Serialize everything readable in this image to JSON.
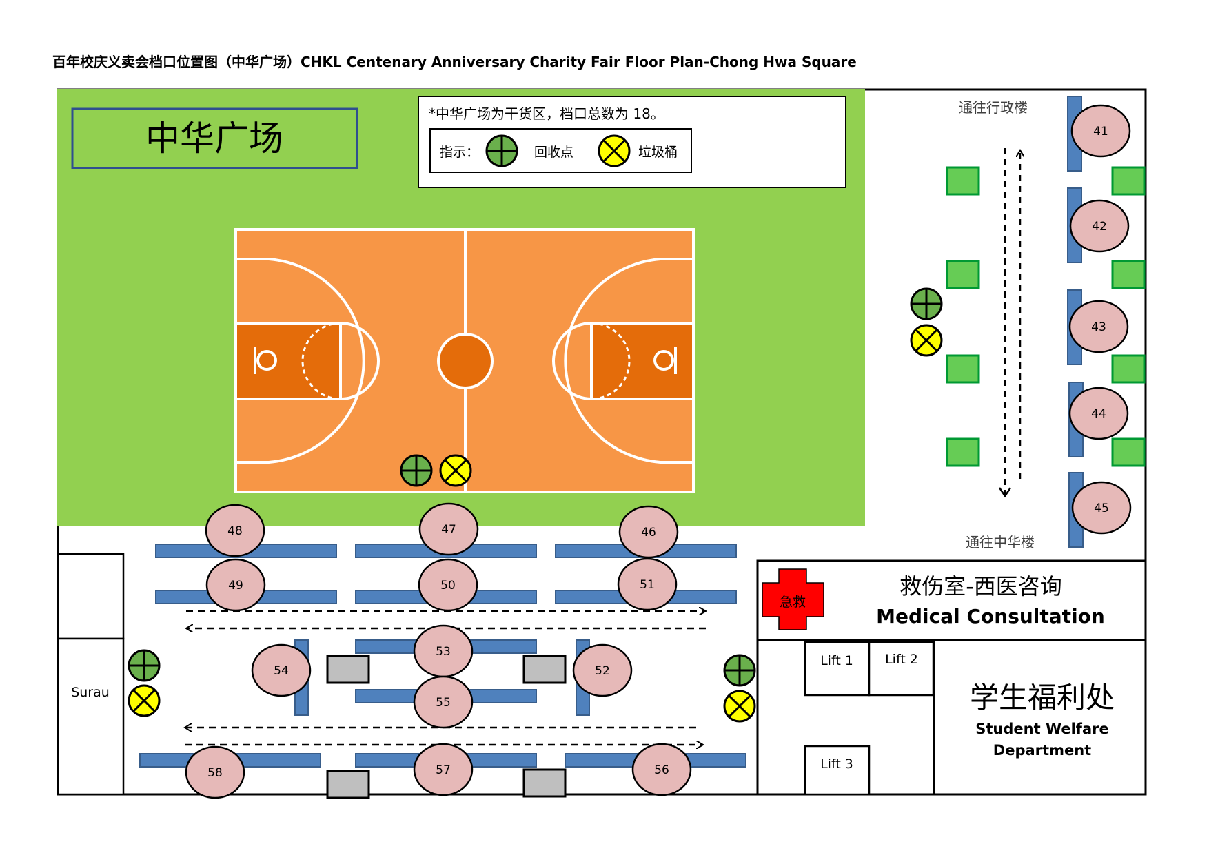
{
  "title": "百年校庆义卖会档口位置图（中华广场）CHKL Centenary Anniversary Charity Fair Floor Plan-Chong Hwa Square",
  "square_name": "中华广场",
  "info_box": {
    "note": "*中华广场为干货区，档口总数为 18。",
    "legend_prefix": "指示：",
    "recycle_label": "回收点",
    "trash_label": "垃圾桶"
  },
  "directions": {
    "to_admin": "通往行政楼",
    "to_zhonghua": "通往中华楼"
  },
  "medical": {
    "cross_label": "急救",
    "title_cn": "救伤室-西医咨询",
    "title_en": "Medical Consultation"
  },
  "welfare": {
    "title_cn": "学生福利处",
    "title_en_line1": "Student Welfare",
    "title_en_line2": "Department"
  },
  "lifts": [
    "Lift 1",
    "Lift 2",
    "Lift 3"
  ],
  "surau": "Surau",
  "stalls": [
    "41",
    "42",
    "43",
    "44",
    "45",
    "46",
    "47",
    "48",
    "49",
    "50",
    "51",
    "52",
    "53",
    "54",
    "55",
    "56",
    "57",
    "58"
  ],
  "colors": {
    "green_area": "#92d050",
    "court": "#f79646",
    "key": "#e46c0a",
    "table": "#4f81bd",
    "stall": "#e6b9b8",
    "recycle": "#6ab04c",
    "trash": "#ffff00",
    "cross": "#ff0000",
    "gray_box": "#bfbfbf",
    "green_square": "#66cc55"
  },
  "icons": [
    "recycle-icon",
    "trash-icon",
    "first-aid-cross-icon",
    "arrow-icon"
  ]
}
